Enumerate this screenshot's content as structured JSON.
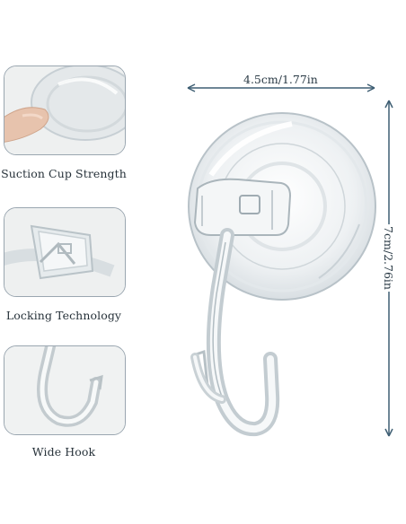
{
  "features": [
    {
      "caption": "Suction Cup Strength",
      "icon": "suction-cup-photo"
    },
    {
      "caption": "Locking Technology",
      "icon": "lock-tab-photo"
    },
    {
      "caption": "Wide Hook",
      "icon": "hook-photo"
    }
  ],
  "dimensions": {
    "width_label": "4.5cm/1.77in",
    "height_label": "7cm/2.76in"
  },
  "colors": {
    "frame": "#9aa6b0",
    "arrow": "#3f5f74",
    "text": "#27323a"
  }
}
